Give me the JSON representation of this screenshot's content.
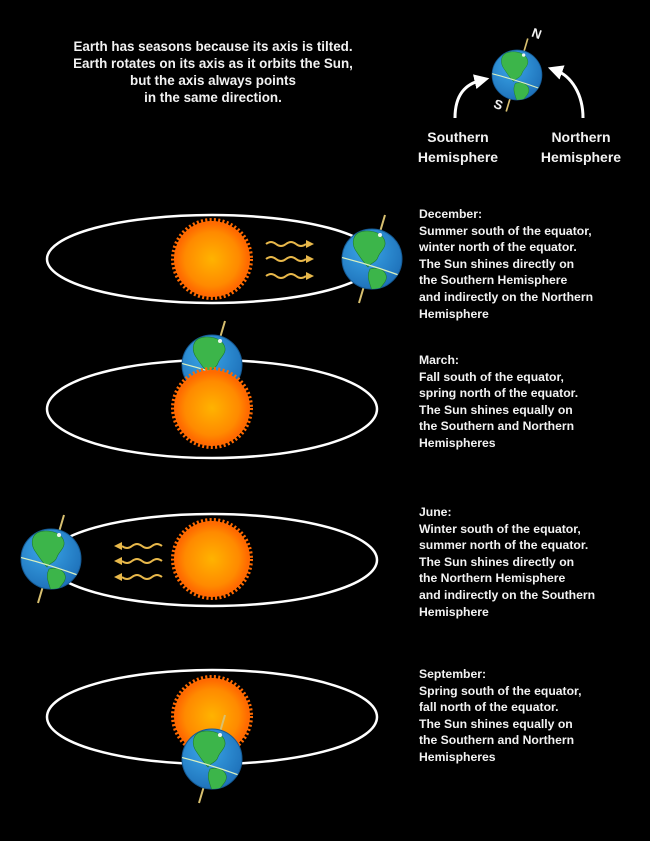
{
  "intro": {
    "lines": [
      "Earth has seasons because its axis is tilted.",
      "Earth rotates on its axis as it orbits the Sun,",
      "but the axis always points",
      "in the same direction."
    ]
  },
  "legend": {
    "north_pole_label": "N",
    "south_pole_label": "S",
    "southern": [
      "Southern",
      "Hemisphere"
    ],
    "northern": [
      "Northern",
      "Hemisphere"
    ]
  },
  "seasons": [
    {
      "month": "December:",
      "lines": [
        "Summer south of the equator,",
        "winter north of the equator.",
        "The Sun shines directly on",
        "the Southern Hemisphere",
        "and indirectly on the Northern",
        "Hemisphere"
      ]
    },
    {
      "month": "March:",
      "lines": [
        "Fall south of the equator,",
        "spring north of the equator.",
        "The Sun shines equally on",
        "the Southern and Northern",
        "Hemispheres"
      ]
    },
    {
      "month": "June:",
      "lines": [
        "Winter south of the equator,",
        "summer north of the equator.",
        "The Sun shines directly on",
        "the Northern Hemisphere",
        "and indirectly on the Southern",
        "Hemisphere"
      ]
    },
    {
      "month": "September:",
      "lines": [
        "Spring south of the equator,",
        "fall north of the equator.",
        "The Sun shines equally on",
        "the Southern and Northern",
        "Hemispheres"
      ]
    }
  ],
  "colors": {
    "background": "#000000",
    "text": "#f2f2f2",
    "orbit": "#ffffff",
    "sun_core": "#ffb300",
    "sun_edge": "#ff6a00",
    "ocean": "#2a8fd6",
    "land": "#3cb54a",
    "axis": "#d8c070",
    "rays": "#e8b84a"
  }
}
